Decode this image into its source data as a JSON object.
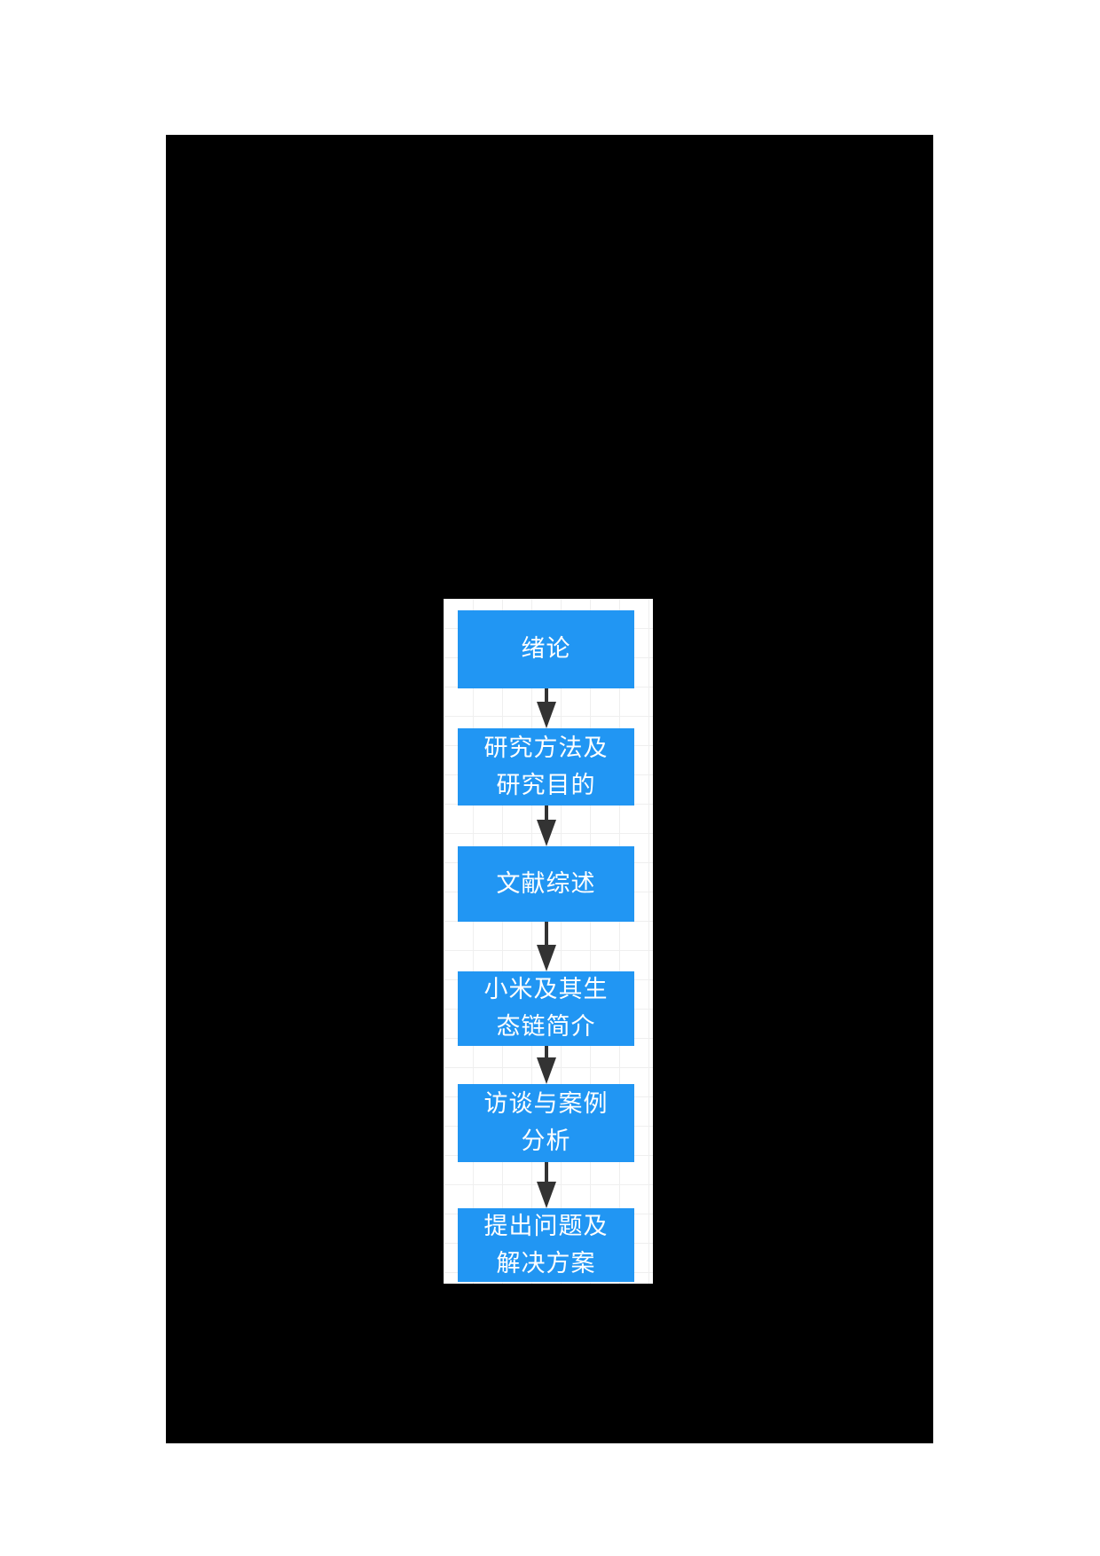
{
  "page": {
    "background_color": "#ffffff",
    "slide_background_color": "#000000"
  },
  "flowchart": {
    "canvas_color": "#ffffff",
    "grid_color": "#efefef",
    "node_fill_color": "#2196f3",
    "node_text_color": "#ffffff",
    "arrow_color": "#333333",
    "steps": [
      {
        "label": "绪论"
      },
      {
        "label": "研究方法及\n研究目的"
      },
      {
        "label": "文献综述"
      },
      {
        "label": "小米及其生\n态链简介"
      },
      {
        "label": "访谈与案例\n分析"
      },
      {
        "label": "提出问题及\n解决方案"
      }
    ]
  }
}
